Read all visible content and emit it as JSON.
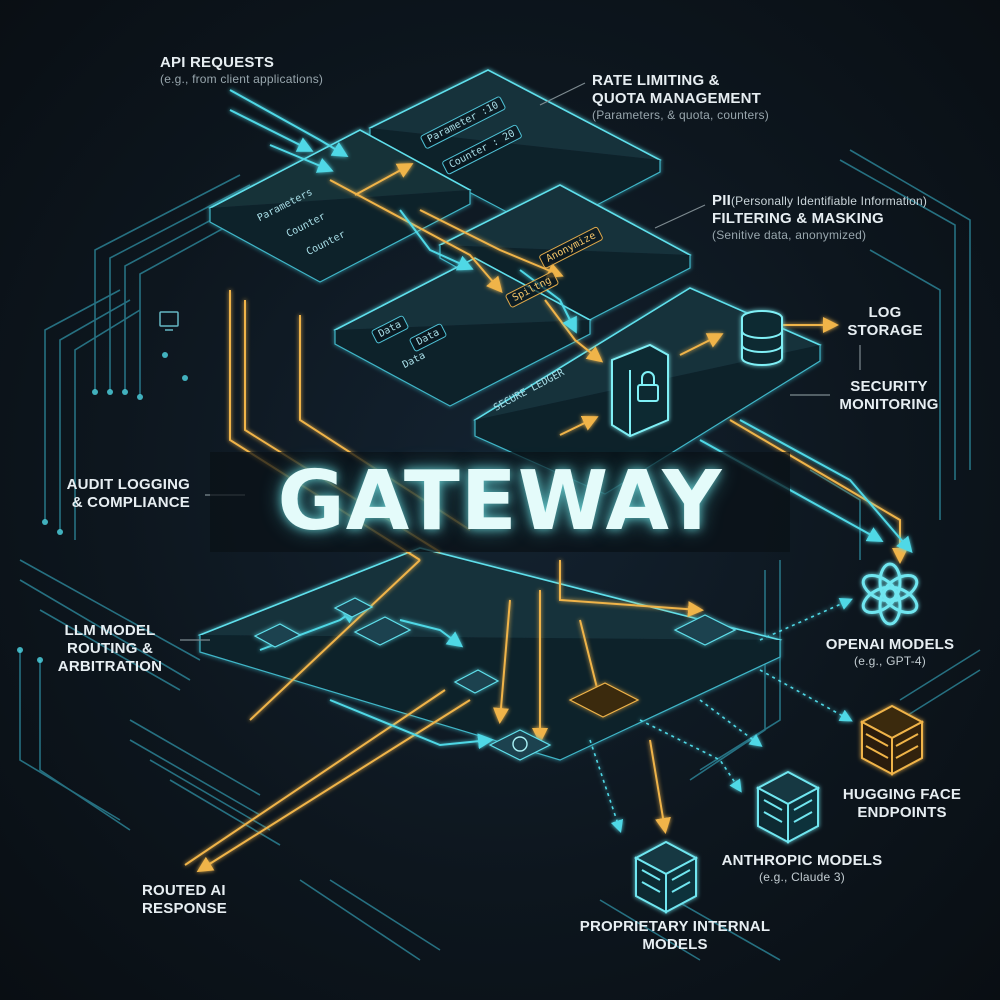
{
  "title": "GATEWAY",
  "labels": {
    "api_requests": {
      "title": "API REQUESTS",
      "sub": "(e.g., from client applications)"
    },
    "rate_limiting": {
      "title_line1": "RATE LIMITING &",
      "title_line2": "QUOTA MANAGEMENT",
      "sub": "(Parameters, & quota, counters)"
    },
    "pii": {
      "prefix": "PII",
      "prefix_note": "(Personally Identifiable Information)",
      "title": "FILTERING & MASKING",
      "sub": "(Senitive data, anonymized)"
    },
    "log_storage": {
      "line1": "LOG",
      "line2": "STORAGE"
    },
    "security_monitoring": {
      "line1": "SECURITY",
      "line2": "MONITORING"
    },
    "audit_logging": {
      "line1": "AUDIT LOGGING",
      "line2": "& COMPLIANCE"
    },
    "llm_routing": {
      "line1": "LLM MODEL",
      "line2": "ROUTING &",
      "line3": "ARBITRATION"
    },
    "openai": {
      "title": "OPENAI MODELS",
      "sub": "(e.g., GPT-4)"
    },
    "hugging_face": {
      "line1": "HUGGING FACE",
      "line2": "ENDPOINTS"
    },
    "anthropic": {
      "title": "ANTHROPIC MODELS",
      "sub": "(e.g., Claude 3)"
    },
    "proprietary": {
      "line1": "PROPRIETARY INTERNAL",
      "line2": "MODELS"
    },
    "routed_response": {
      "line1": "ROUTED AI",
      "line2": "RESPONSE"
    }
  },
  "panel_text": {
    "rate_top_param": "Parameter :10",
    "rate_top_counter": "Counter : 20",
    "rate_left_params": "Parameters",
    "rate_left_counter": "Counter",
    "rate_left_counter2": "Counter",
    "pii_anonymize": "Anonymize",
    "pii_splitting": "Spiltng",
    "pii_data1": "Data",
    "pii_data2": "Data",
    "pii_data3": "Data",
    "secure_ledger": "SECURE LEDGER"
  },
  "icons": [
    "openai-logo-icon",
    "database-icon",
    "lock-book-icon",
    "cube-icon",
    "monitor-icon"
  ],
  "colors": {
    "cyan": "#4fd8e6",
    "amber": "#f0b44a",
    "background": "#0b1117",
    "title_glow": "#7ff0f0"
  }
}
